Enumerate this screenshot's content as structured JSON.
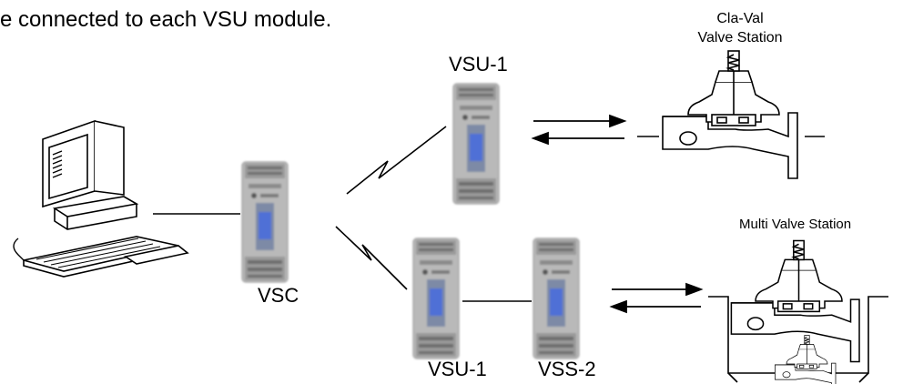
{
  "intro_text": "e connected to each VSU module.",
  "labels": {
    "vsc": "VSC",
    "vsu_top": "VSU-1",
    "vsu_bottom": "VSU-1",
    "vss": "VSS-2",
    "claval_line1": "Cla-Val",
    "claval_line2": "Valve Station",
    "multi": "Multi Valve Station"
  },
  "colors": {
    "module_body": "#b9b9b9",
    "module_light": "#dadada",
    "module_dark": "#7a7a7a",
    "module_screen": "#4f6fd6",
    "line": "#000000"
  },
  "icons": [
    "computer-icon",
    "radio-link-icon",
    "controller-module-icon",
    "valve-icon",
    "double-arrow-icon"
  ]
}
